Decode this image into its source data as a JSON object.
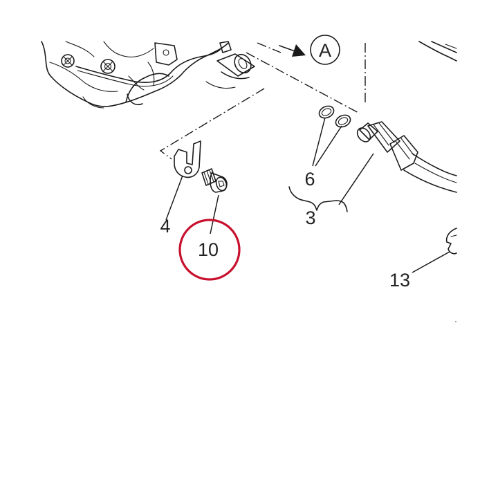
{
  "labels": {
    "view_a": "A",
    "part_3": "3",
    "part_4": "4",
    "part_6": "6",
    "part_10": "10",
    "part_13": "13"
  },
  "colors": {
    "line": "#1a1a1a",
    "highlight_circle": "#c8102e",
    "background": "#ffffff"
  }
}
